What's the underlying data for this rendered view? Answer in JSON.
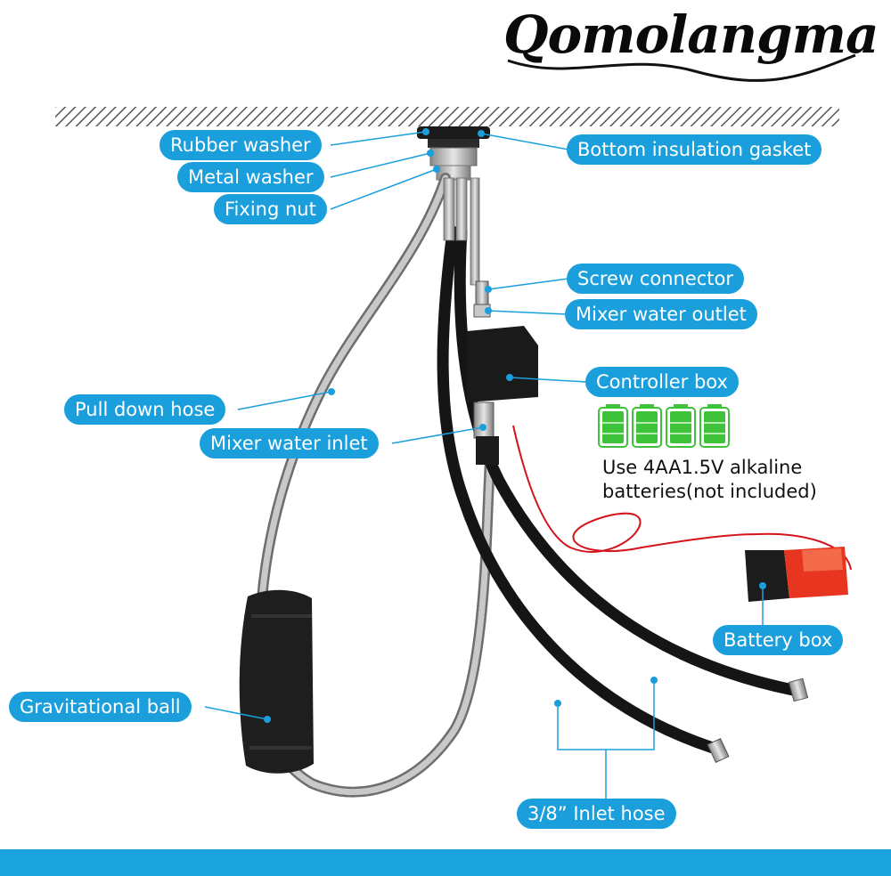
{
  "brand": "Qomolangma",
  "labels": {
    "rubber_washer": "Rubber washer",
    "metal_washer": "Metal washer",
    "fixing_nut": "Fixing nut",
    "bottom_insulation_gasket": "Bottom insulation gasket",
    "screw_connector": "Screw connector",
    "mixer_water_outlet": "Mixer water outlet",
    "controller_box": "Controller box",
    "pull_down_hose": "Pull down hose",
    "mixer_water_inlet": "Mixer water inlet",
    "battery_box": "Battery box",
    "gravitational_ball": "Gravitational ball",
    "inlet_hose": "3/8”  Inlet hose"
  },
  "battery_note": {
    "line1": "Use 4AA1.5V alkaline",
    "line2": "batteries(not included)"
  },
  "colors": {
    "label_bg": "#1a9fdc",
    "label_text": "#ffffff",
    "battery_green": "#3fc33a",
    "wire_red": "#d4131b",
    "bottom_bar": "#1aa3dd"
  }
}
